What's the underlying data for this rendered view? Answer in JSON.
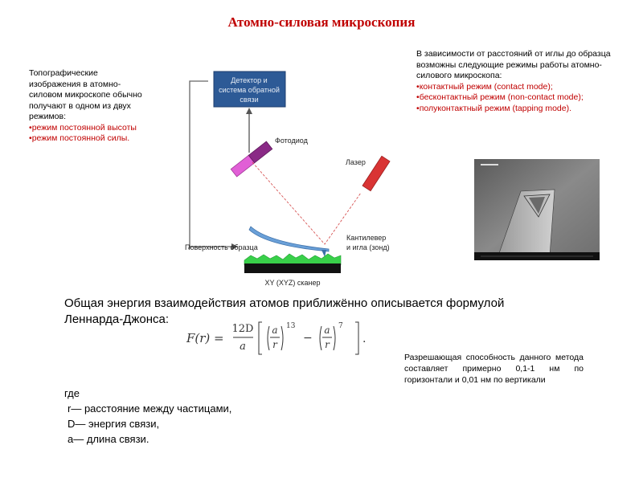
{
  "title": "Атомно-силовая микроскопия",
  "left_text": {
    "intro": "Топографические изображения в атомно-силовом микроскопе обычно получают в одном из двух режимов:",
    "modes": [
      "режим постоянной высоты",
      "режим постоянной силы."
    ]
  },
  "right_text": {
    "intro": "В зависимости от расстояний от иглы до образца возможны следующие режимы работы атомно-силового микроскопа:",
    "modes": [
      "контактный режим (contact mode);",
      "бесконтактный режим (non-contact mode);",
      "полуконтактный режим (tapping mode)."
    ]
  },
  "diagram": {
    "detector_line1": "Детектор и",
    "detector_line2": "система обратной",
    "detector_line3": "связи",
    "photodiode": "Фотодиод",
    "laser": "Лазер",
    "surface": "Поверхность образца",
    "cantilever_line1": "Кантилевер",
    "cantilever_line2": "и игла (зонд)",
    "scanner": "XY (XYZ) сканер"
  },
  "energy_text": "Общая энергия взаимодействия атомов приближённо описывается формулой Леннарда-Джонса:",
  "formula": {
    "lhs": "F(r) =",
    "coef_num": "12D",
    "coef_den": "a",
    "frac_num": "a",
    "frac_den": "r",
    "exp1": "13",
    "minus": "−",
    "exp2": "7",
    "end": "."
  },
  "resolution_text": "Разрешающая способность данного метода составляет примерно 0,1-1 нм по горизонтали и 0,01 нм по вертикали",
  "where": {
    "label": "где",
    "defs": [
      "r— расстояние между частицами,",
      "D— энергия связи,",
      "a— длина связи."
    ]
  }
}
